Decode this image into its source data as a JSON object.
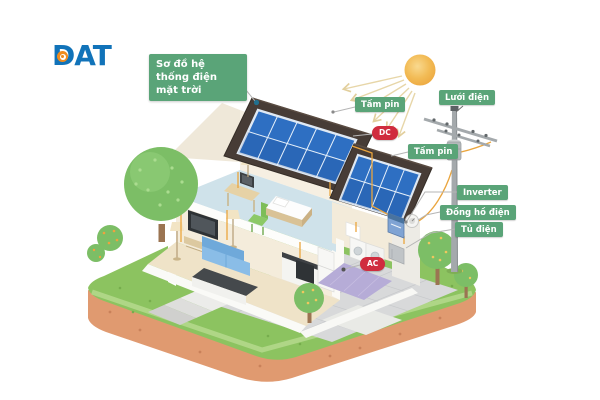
{
  "logo": {
    "text": "DAT"
  },
  "annotations": {
    "title": "Sơ đồ hệ thống điện mặt trời",
    "panel_top": "Tấm pin",
    "panel_right": "Tấm pin",
    "grid": "Lưới điện",
    "inverter": "Inverter",
    "meter": "Đồng hồ điện",
    "cabinet": "Tủ điện"
  },
  "badges": {
    "dc": "DC",
    "ac": "AC"
  },
  "icons": {
    "sun": "sun-icon",
    "power_pole": "power-pole-icon",
    "solar_panels": "solar-panel-icon",
    "inverter": "inverter-device-icon",
    "meter": "electric-meter-icon",
    "cabinet": "electric-cabinet-icon",
    "trees": "tree-icon"
  },
  "colors": {
    "label_green": "#5aa478",
    "badge_red": "#d02c3e",
    "logo_blue": "#1173b9",
    "panel_blue": "#2e6fc2",
    "roof_brown": "#473c36",
    "grass_green": "#8cc360",
    "earth_terracotta": "#e09a70",
    "sun_orange": "#f2bb55",
    "wire_orange": "#eaa53e"
  }
}
